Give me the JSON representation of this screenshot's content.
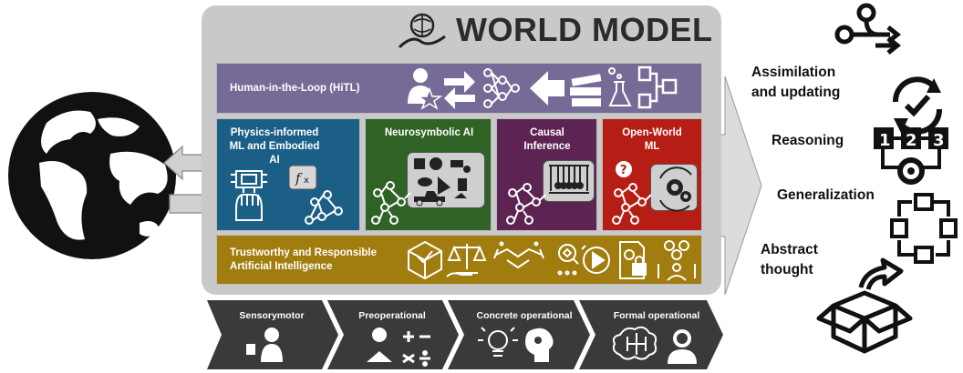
{
  "title": "WORLD MODEL",
  "hitl": {
    "label": "Human-in-the-Loop (HiTL)"
  },
  "boxes": [
    {
      "label": "Physics-informed ML and Embodied AI",
      "color": "#1c5f86"
    },
    {
      "label": "Neurosymbolic AI",
      "color": "#2e6325"
    },
    {
      "label": "Causal Inference",
      "color": "#5d2453"
    },
    {
      "label": "Open-World ML",
      "color": "#b61d14"
    }
  ],
  "trustworthy": {
    "label": "Trustworthy and Responsible Artificial Intelligence"
  },
  "capabilities": [
    "Assimilation and updating",
    "Reasoning",
    "Generalization",
    "Abstract thought"
  ],
  "stages": [
    "Sensorymotor",
    "Preoperational",
    "Concrete operational",
    "Formal operational"
  ],
  "icons": [
    "globe-icon",
    "brain-icon",
    "person-star-icon",
    "swap-arrows-icon",
    "network-icon",
    "left-arrow-icon",
    "books-icon",
    "flask-icon",
    "flowchart-icon",
    "robot-hand-icon",
    "function-icon",
    "objects-icon",
    "newtons-cradle-icon",
    "question-icon",
    "gears-icon",
    "box-check-icon",
    "scales-icon",
    "handshake-icon",
    "play-icon",
    "lock-doc-icon",
    "people-coins-icon",
    "branch-arrows-icon",
    "refresh-check-icon",
    "steps-gear-icon",
    "cycle-squares-icon",
    "open-box-icon",
    "baby-icon",
    "reading-icon",
    "math-icon",
    "lightbulb-icon",
    "head-cog-icon",
    "brain-circuit-icon",
    "worker-icon"
  ]
}
